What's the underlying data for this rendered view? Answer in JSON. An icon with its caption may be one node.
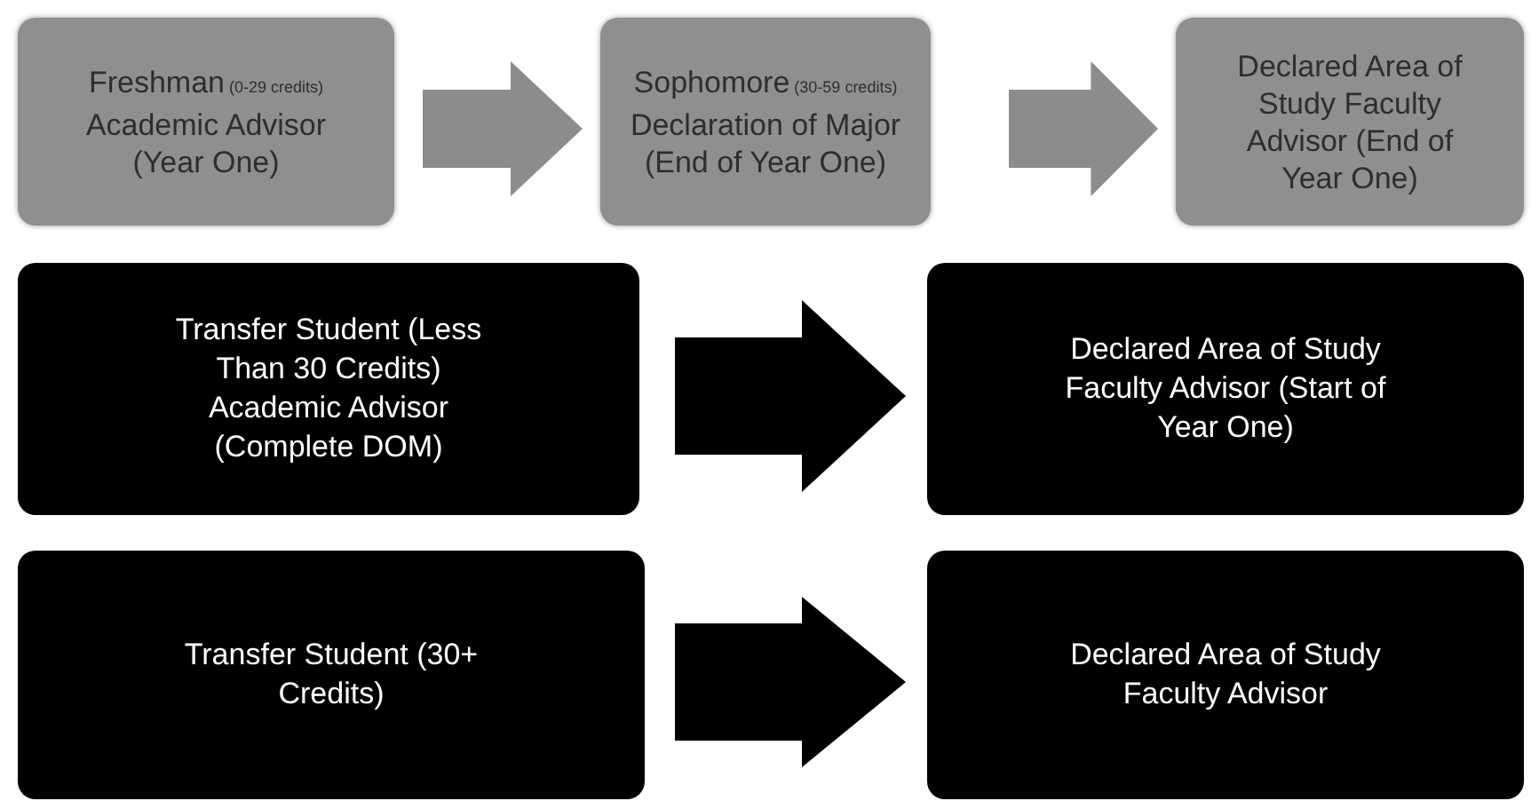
{
  "diagram": {
    "nodes": [
      {
        "text": [
          "Freshman",
          "(0-29 credits)",
          "Academic Advisor (Year One)"
        ]
      },
      {
        "text": [
          "Sophomore",
          "(30-59 credits)",
          "Declaration of Major (End of Year One)"
        ]
      },
      {
        "text": [
          "Declared Area of Study Faculty Advisor (End of Year One)"
        ]
      },
      {
        "text": [
          "Transfer Student (Less Than 30 Credits) Academic Advisor (Complete DOM)"
        ]
      },
      {
        "text": [
          "Declared Area of Study Faculty Advisor (Start of Year One)"
        ]
      },
      {
        "text": [
          "Transfer Student (30+ Credits)"
        ]
      },
      {
        "text": [
          "Declared Area of Study Faculty Advisor"
        ]
      }
    ],
    "edges": [
      {
        "from": 0,
        "to": 1,
        "arrow": "to"
      },
      {
        "from": 1,
        "to": 2,
        "arrow": "to"
      },
      {
        "from": 3,
        "to": 4,
        "arrow": "to"
      },
      {
        "from": 5,
        "to": 6,
        "arrow": "to"
      }
    ]
  }
}
